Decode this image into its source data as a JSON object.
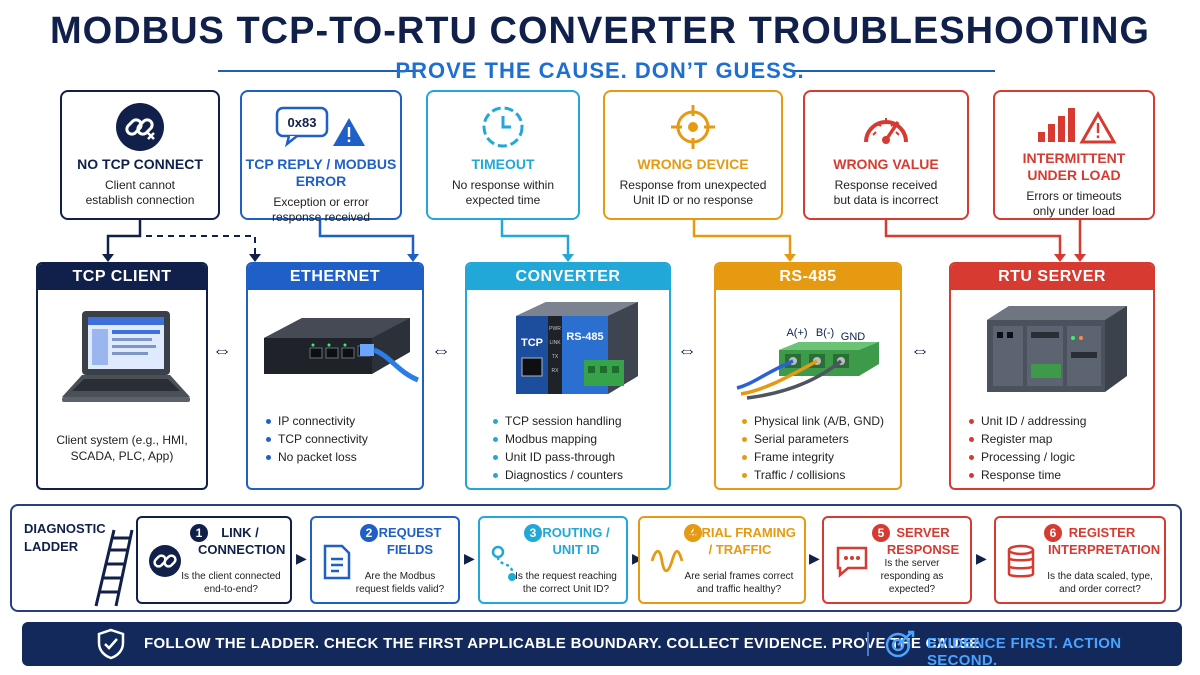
{
  "title": "MODBUS TCP-TO-RTU CONVERTER TROUBLESHOOTING",
  "subtitle": "PROVE THE CAUSE. DON’T GUESS.",
  "symptoms": [
    {
      "title": "NO TCP CONNECT",
      "desc": "Client cannot establish connection",
      "color": "#10204a"
    },
    {
      "title": "TCP REPLY / MODBUS ERROR",
      "desc": "Exception or error response received",
      "icon_text": "0x83",
      "color": "#1f5fc8"
    },
    {
      "title": "TIMEOUT",
      "desc": "No response within expected time",
      "color": "#22a7d9"
    },
    {
      "title": "WRONG DEVICE",
      "desc": "Response from unexpected Unit ID or no response",
      "color": "#e59a12"
    },
    {
      "title": "WRONG VALUE",
      "desc": "Response received but data is incorrect",
      "color": "#d63a30"
    },
    {
      "title": "INTERMITTENT UNDER LOAD",
      "desc": "Errors or timeouts only under load",
      "color": "#d63a30"
    }
  ],
  "components": [
    {
      "name": "TCP CLIENT",
      "color": "#10204a",
      "footer": "Client system (e.g., HMI, SCADA, PLC, App)"
    },
    {
      "name": "ETHERNET",
      "color": "#1f5fc8",
      "items": [
        "IP connectivity",
        "TCP connectivity",
        "No packet loss"
      ]
    },
    {
      "name": "CONVERTER",
      "color": "#22a7d9",
      "items": [
        "TCP session handling",
        "Modbus mapping",
        "Unit ID pass-through",
        "Diagnostics / counters"
      ],
      "labels": {
        "tcp": "TCP",
        "rs485": "RS-485",
        "pwr": "PWR",
        "link": "LINK",
        "tx": "TX",
        "rx": "RX"
      }
    },
    {
      "name": "RS-485",
      "color": "#e59a12",
      "items": [
        "Physical link (A/B, GND)",
        "Serial parameters",
        "Frame integrity",
        "Traffic / collisions"
      ],
      "labels": {
        "a": "A(+)",
        "b": "B(-)",
        "gnd": "GND"
      }
    },
    {
      "name": "RTU SERVER",
      "color": "#d63a30",
      "items": [
        "Unit ID / addressing",
        "Register map",
        "Processing / logic",
        "Response time"
      ]
    }
  ],
  "ladder": {
    "label": "DIAGNOSTIC LADDER",
    "steps": [
      {
        "num": "1",
        "title": "LINK / CONNECTION",
        "question": "Is the client connected end-to-end?",
        "color": "#10204a"
      },
      {
        "num": "2",
        "title": "REQUEST FIELDS",
        "question": "Are the Modbus request fields valid?",
        "color": "#1f5fc8"
      },
      {
        "num": "3",
        "title": "ROUTING / UNIT ID",
        "question": "Is the request reaching the correct Unit ID?",
        "color": "#22a7d9"
      },
      {
        "num": "4",
        "title": "SERIAL FRAMING / TRAFFIC",
        "question": "Are serial frames correct and traffic healthy?",
        "color": "#e59a12"
      },
      {
        "num": "5",
        "title": "SERVER RESPONSE",
        "question": "Is the server responding as expected?",
        "color": "#d63a30"
      },
      {
        "num": "6",
        "title": "REGISTER INTERPRETATION",
        "question": "Is the data scaled, type, and order correct?",
        "color": "#d63a30"
      }
    ]
  },
  "footer": {
    "main": "FOLLOW THE LADDER. CHECK THE FIRST APPLICABLE BOUNDARY. COLLECT EVIDENCE.  PROVE THE CAUSE.",
    "secondary": "EVIDENCE FIRST. ACTION SECOND."
  },
  "icons": [
    "broken-link-icon",
    "warning-icon",
    "clock-icon",
    "target-icon",
    "gauge-icon",
    "bar-chart-warning-icon",
    "laptop-icon",
    "switch-icon",
    "converter-icon",
    "terminal-block-icon",
    "rtu-device-icon",
    "ladder-icon",
    "document-icon",
    "route-icon",
    "wave-icon",
    "chat-icon",
    "database-icon",
    "shield-check-icon",
    "target-check-icon"
  ]
}
